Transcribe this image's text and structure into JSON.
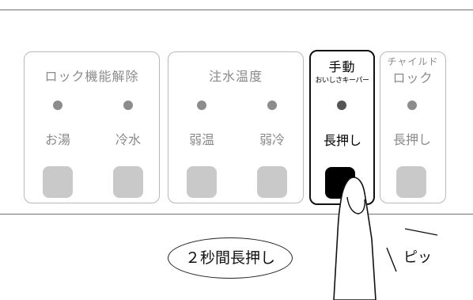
{
  "panels": {
    "lock_release": {
      "title": "ロック機能解除",
      "left_label": "お湯",
      "right_label": "冷水"
    },
    "water_temp": {
      "title": "注水温度",
      "left_label": "弱温",
      "right_label": "弱冷"
    },
    "manual": {
      "title": "手動",
      "subtitle": "おいしさキーパー",
      "label": "長押し"
    },
    "child_lock": {
      "title_line1": "チャイルド",
      "title_line2": "ロック",
      "label": "長押し"
    }
  },
  "callout": {
    "instruction": "２秒間長押し",
    "sound": "ピッ"
  },
  "colors": {
    "inactive_text": "#8a8a8a",
    "button_gray": "#c9c9c9",
    "button_pressed": "#000000"
  }
}
